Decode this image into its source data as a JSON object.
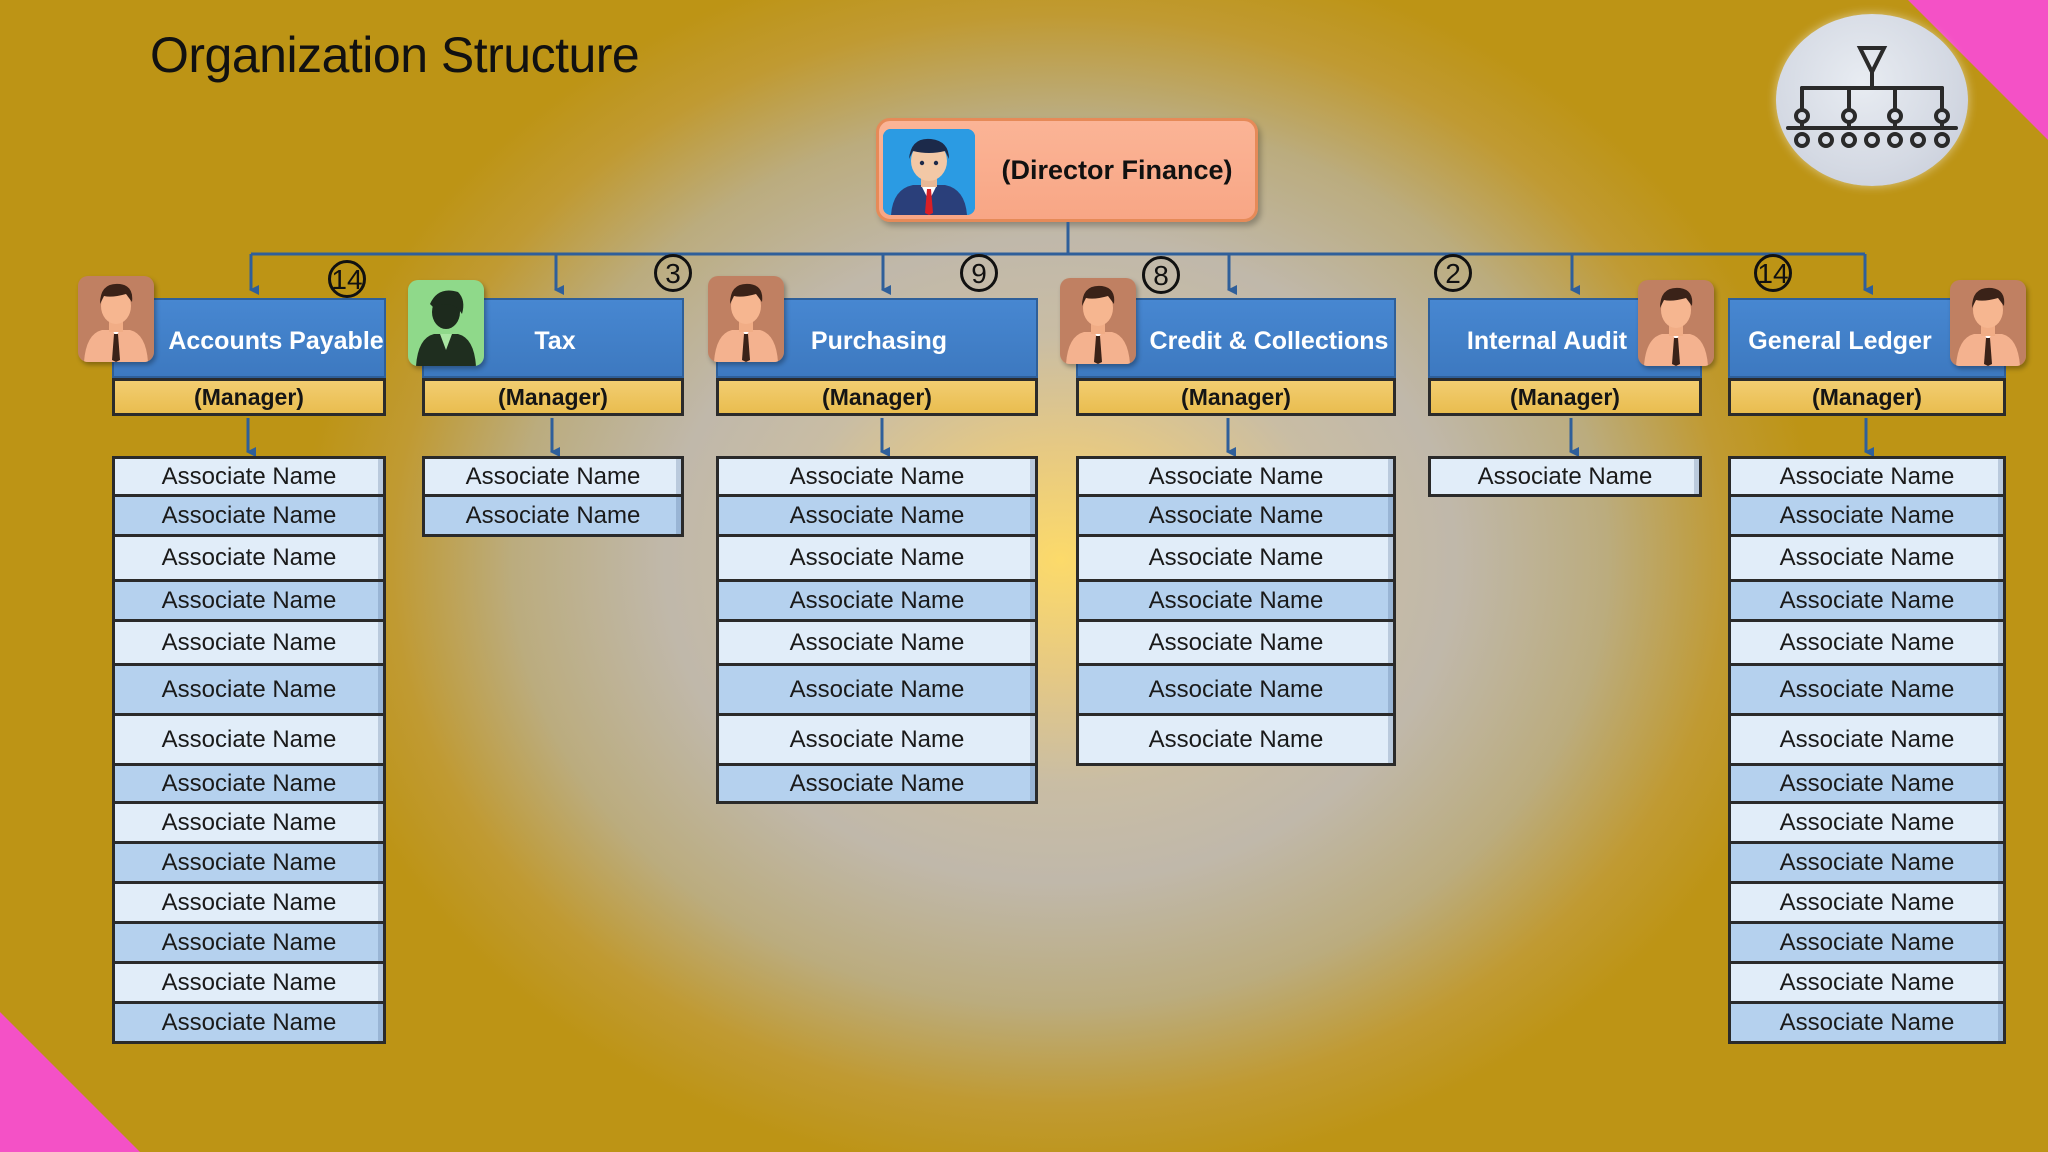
{
  "title": "Organization Structure",
  "director": {
    "label": "(Director Finance)",
    "avatar_icon": "businessman-avatar-icon"
  },
  "org_chart_icon": "org-chart-icon",
  "colors": {
    "accent_corner": "#f451c6",
    "dept_header": "#3f7dc6",
    "manager_fill": "#efc863",
    "assoc_light": "#e1edf9",
    "assoc_dark": "#b5d1ee",
    "director_fill": "#f9ac8c"
  },
  "departments": [
    {
      "name": "Accounts Payable",
      "manager": "(Manager)",
      "count": "14",
      "avatar": "male-person-icon",
      "associates": [
        "Associate Name",
        "Associate Name",
        "Associate Name",
        "Associate Name",
        "Associate Name",
        "Associate Name",
        "Associate Name",
        "Associate Name",
        "Associate Name",
        "Associate Name",
        "Associate Name",
        "Associate Name",
        "Associate Name",
        "Associate Name"
      ]
    },
    {
      "name": "Tax",
      "manager": "(Manager)",
      "count": "3",
      "avatar": "female-person-icon",
      "associates": [
        "Associate Name",
        "Associate Name"
      ]
    },
    {
      "name": "Purchasing",
      "manager": "(Manager)",
      "count": "9",
      "avatar": "male-person-icon",
      "associates": [
        "Associate Name",
        "Associate Name",
        "Associate Name",
        "Associate Name",
        "Associate Name",
        "Associate Name",
        "Associate Name",
        "Associate Name"
      ]
    },
    {
      "name": "Credit & Collections",
      "manager": "(Manager)",
      "count": "8",
      "avatar": "male-person-icon",
      "associates": [
        "Associate Name",
        "Associate Name",
        "Associate Name",
        "Associate Name",
        "Associate Name",
        "Associate Name",
        "Associate Name"
      ]
    },
    {
      "name": "Internal Audit",
      "manager": "(Manager)",
      "count": "2",
      "avatar": "male-person-icon",
      "associates": [
        "Associate Name"
      ]
    },
    {
      "name": "General Ledger",
      "manager": "(Manager)",
      "count": "14",
      "avatar": "male-person-icon",
      "associates": [
        "Associate Name",
        "Associate Name",
        "Associate Name",
        "Associate Name",
        "Associate Name",
        "Associate Name",
        "Associate Name",
        "Associate Name",
        "Associate Name",
        "Associate Name",
        "Associate Name",
        "Associate Name",
        "Associate Name",
        "Associate Name"
      ]
    }
  ]
}
